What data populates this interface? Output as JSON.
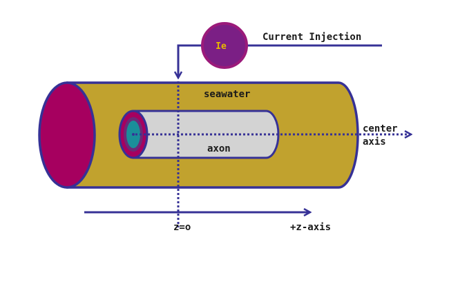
{
  "labels": {
    "current_injection": "Current Injection",
    "source": "Ie",
    "seawater": "seawater",
    "axon": "axon",
    "center": "center",
    "axis": "axis",
    "z_origin": "z=o",
    "z_axis": "+z-axis"
  },
  "colors": {
    "line": "#363196",
    "seawater": "#c1a22e",
    "seawater_end": "#a6005f",
    "axon_body": "#d3d3d3",
    "axon_outer_ring": "#a6005f",
    "axon_ring": "#6b2a78",
    "axon_core": "#1a8f9a",
    "source_fill": "#7b1f85",
    "source_ring": "#9b1a7a",
    "source_text": "#e8b800",
    "text": "#1a1a1a"
  }
}
